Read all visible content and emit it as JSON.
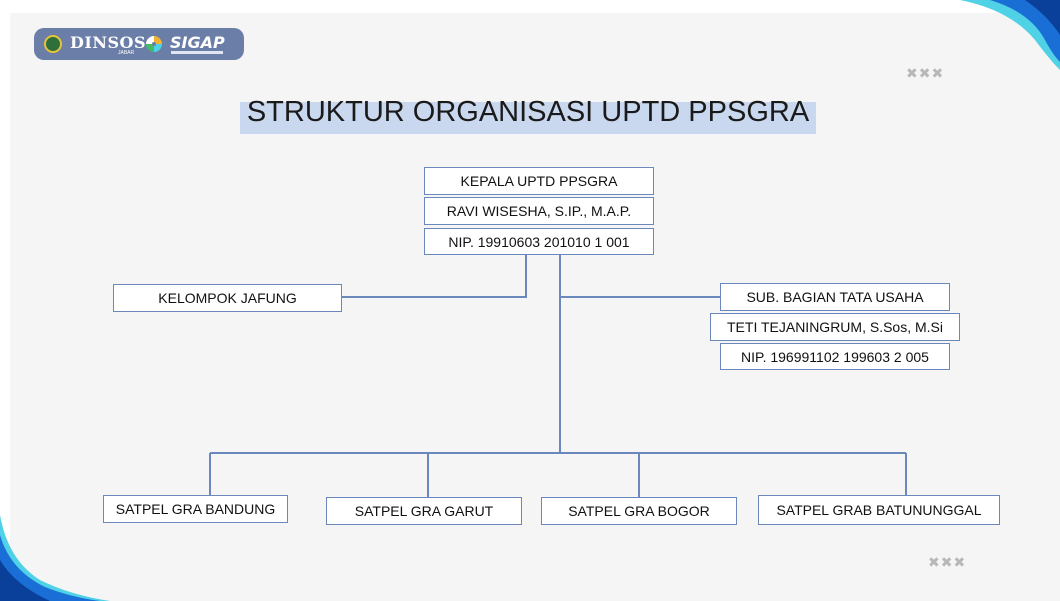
{
  "logo": {
    "dinsos_text": "DINSOS",
    "jabar_text": "JABAR",
    "siga_text": "SIGAP"
  },
  "decor": {
    "top_marks": "✖✖✖",
    "bottom_marks": "✖✖✖"
  },
  "title": "STRUKTUR ORGANISASI UPTD PPSGRA",
  "head": {
    "position": "KEPALA UPTD PPSGRA",
    "name": "RAVI WISESHA, S.IP., M.A.P.",
    "nip": "NIP. 19910603 201010 1 001"
  },
  "jafung": {
    "label": "KELOMPOK JAFUNG"
  },
  "tata_usaha": {
    "position": "SUB. BAGIAN TATA USAHA",
    "name": "TETI TEJANINGRUM, S.Sos, M.Si",
    "nip": "NIP. 196991102 199603 2 005"
  },
  "satpel": [
    "SATPEL GRA BANDUNG",
    "SATPEL GRA GARUT",
    "SATPEL GRA BOGOR",
    "SATPEL GRAB BATUNUNGGAL"
  ],
  "colors": {
    "line": "#6b88bd",
    "box_border": "#6b88bd",
    "title_band": "#c9d8ef",
    "logo_bg": "#6b7ea8",
    "corner_blue": "#1a6fd6",
    "corner_teal": "#4fd1e6"
  }
}
